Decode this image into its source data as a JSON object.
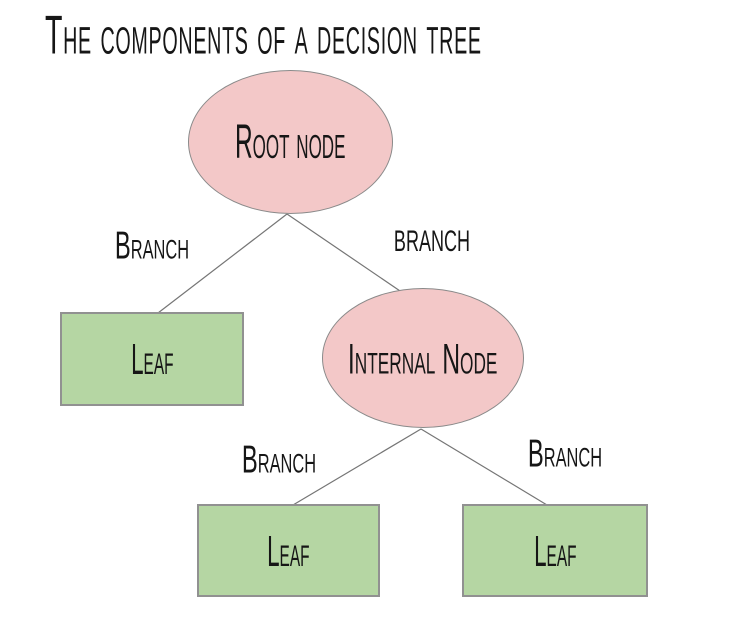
{
  "title": "The components of a decision tree",
  "tree": {
    "root": {
      "label": "Root node"
    },
    "internal": {
      "label": "Internal Node"
    },
    "leaves": [
      {
        "label": "Leaf"
      },
      {
        "label": "Leaf"
      },
      {
        "label": "Leaf"
      }
    ],
    "branches": [
      {
        "label": "Branch"
      },
      {
        "label": "branch"
      },
      {
        "label": "Branch"
      },
      {
        "label": "Branch"
      }
    ]
  },
  "colors": {
    "node_fill": "#f3c8c8",
    "node_stroke": "#8a8a8a",
    "leaf_fill": "#b5d6a3",
    "leaf_stroke": "#919191",
    "edge_line": "#757575",
    "text": "#161616",
    "background": "#ffffff"
  }
}
